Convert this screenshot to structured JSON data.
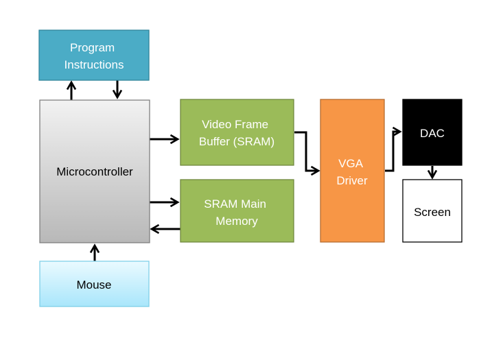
{
  "diagram": {
    "nodes": {
      "program_instructions": {
        "lines": [
          "Program",
          "Instructions"
        ],
        "fill": "#4bacc6",
        "text_color": "#ffffff"
      },
      "microcontroller": {
        "lines": [
          "Microcontroller"
        ],
        "fill": "#d9d9d9",
        "text_color": "#000000"
      },
      "mouse": {
        "lines": [
          "Mouse"
        ],
        "fill": "#c6efff",
        "text_color": "#000000"
      },
      "video_frame_buffer": {
        "lines": [
          "Video Frame",
          "Buffer (SRAM)"
        ],
        "fill": "#9bbb59",
        "text_color": "#ffffff"
      },
      "sram_main_memory": {
        "lines": [
          "SRAM Main",
          "Memory"
        ],
        "fill": "#9bbb59",
        "text_color": "#ffffff"
      },
      "vga_driver": {
        "lines": [
          "VGA",
          "Driver"
        ],
        "fill": "#f79646",
        "text_color": "#ffffff"
      },
      "dac": {
        "lines": [
          "DAC"
        ],
        "fill": "#000000",
        "text_color": "#ffffff"
      },
      "screen": {
        "lines": [
          "Screen"
        ],
        "fill": "#ffffff",
        "text_color": "#000000"
      }
    },
    "edges": [
      {
        "from": "microcontroller",
        "to": "program_instructions"
      },
      {
        "from": "program_instructions",
        "to": "microcontroller"
      },
      {
        "from": "microcontroller",
        "to": "video_frame_buffer"
      },
      {
        "from": "microcontroller",
        "to": "sram_main_memory"
      },
      {
        "from": "sram_main_memory",
        "to": "microcontroller"
      },
      {
        "from": "mouse",
        "to": "microcontroller"
      },
      {
        "from": "video_frame_buffer",
        "to": "vga_driver"
      },
      {
        "from": "vga_driver",
        "to": "dac"
      },
      {
        "from": "dac",
        "to": "screen"
      }
    ]
  }
}
